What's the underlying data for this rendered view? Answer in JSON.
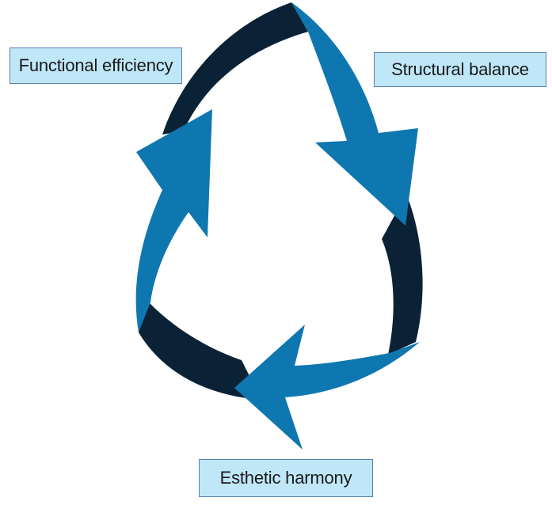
{
  "diagram": {
    "labels": {
      "functional": "Functional efficiency",
      "structural": "Structural balance",
      "esthetic": "Esthetic harmony"
    }
  },
  "colors": {
    "arrow_blue": "#0f77b0",
    "band_dark": "#0b2236",
    "label_fill": "#bfe7f8",
    "label_border": "#5a7fb0"
  }
}
